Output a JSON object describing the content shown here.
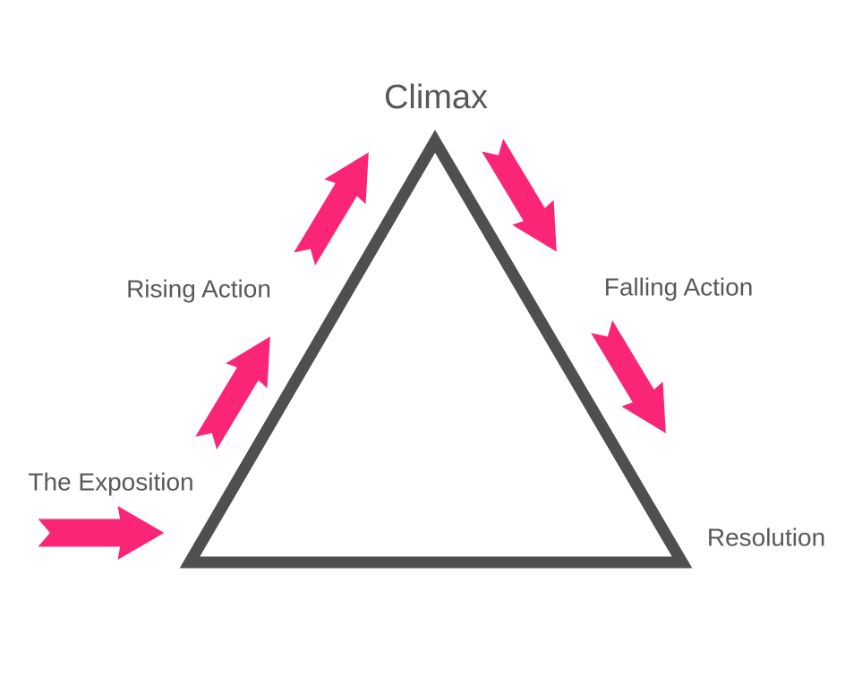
{
  "diagram": {
    "title": "Climax",
    "labels": {
      "climax": "Climax",
      "rising_action": "Rising Action",
      "falling_action": "Falling Action",
      "exposition": "The Exposition",
      "resolution": "Resolution"
    },
    "stages_in_order": [
      "The Exposition",
      "Rising Action",
      "Climax",
      "Falling Action",
      "Resolution"
    ],
    "colors": {
      "arrow_pink": "#FB2577",
      "triangle_gray": "#4F4F4F",
      "text_gray": "#595959",
      "background": "#FFFFFF"
    }
  }
}
